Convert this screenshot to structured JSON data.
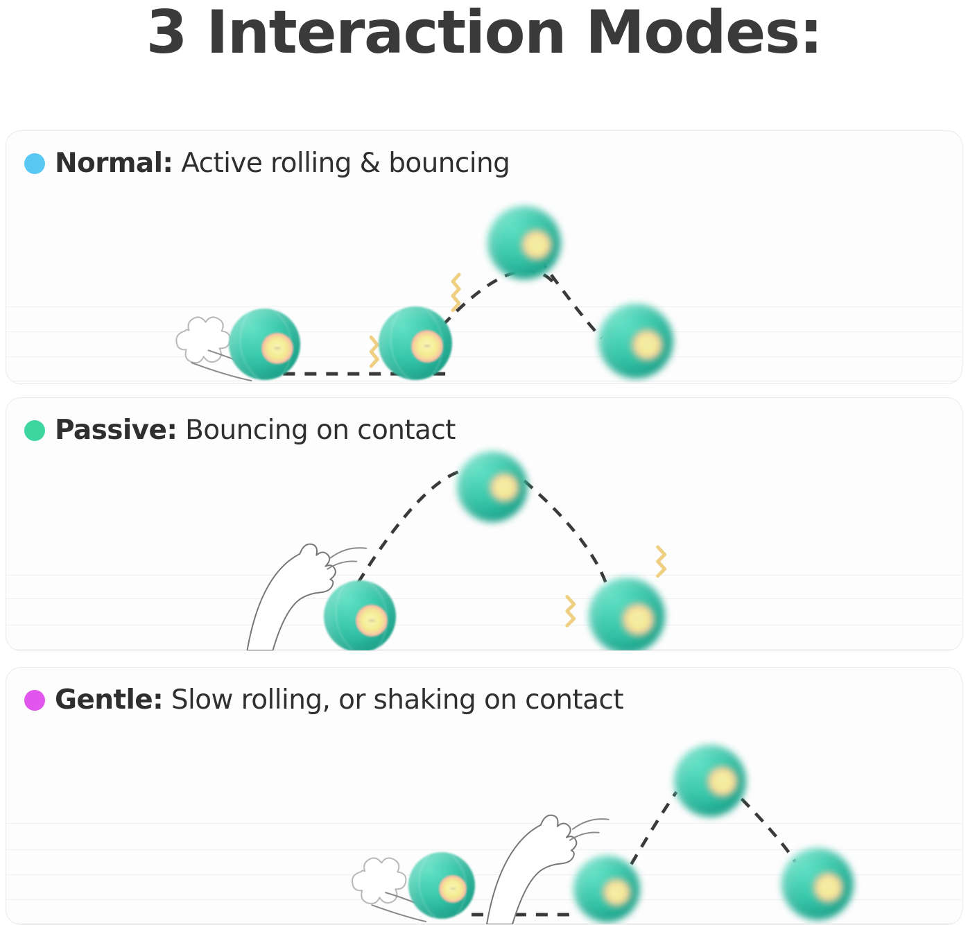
{
  "title": "3 Interaction Modes:",
  "colors": {
    "normal_dot": "#5ac8f5",
    "passive_dot": "#3ed6a0",
    "gentle_dot": "#e156ec",
    "ball_body": "#2fc3a6",
    "ball_ring": "#f4a0a8",
    "ball_core": "#f4eb93",
    "card_border": "#e9e9e9",
    "gridline": "#f0f0f0",
    "title_text": "#3a3a3a",
    "squiggle": "#efd083",
    "dashed_path": "#3a3a3a"
  },
  "cards": [
    {
      "id": "normal",
      "mode_name": "Normal:",
      "mode_description": "Active rolling & bouncing",
      "dot_color": "#5ac8f5",
      "icons": [
        "dust-puff-icon",
        "motion-lines-icon",
        "vibration-squiggle-icon",
        "dashed-trajectory-icon"
      ],
      "ball_count": 4
    },
    {
      "id": "passive",
      "mode_name": "Passive:",
      "mode_description": "Bouncing on contact",
      "dot_color": "#3ed6a0",
      "icons": [
        "paw-icon",
        "motion-arc-icon",
        "vibration-squiggle-icon",
        "dashed-trajectory-icon"
      ],
      "ball_count": 3
    },
    {
      "id": "gentle",
      "mode_name": "Gentle:",
      "mode_description": "Slow rolling, or shaking on contact",
      "dot_color": "#e156ec",
      "icons": [
        "dust-puff-icon",
        "motion-lines-icon",
        "paw-icon",
        "motion-arc-icon",
        "dashed-trajectory-icon"
      ],
      "ball_count": 4
    }
  ]
}
